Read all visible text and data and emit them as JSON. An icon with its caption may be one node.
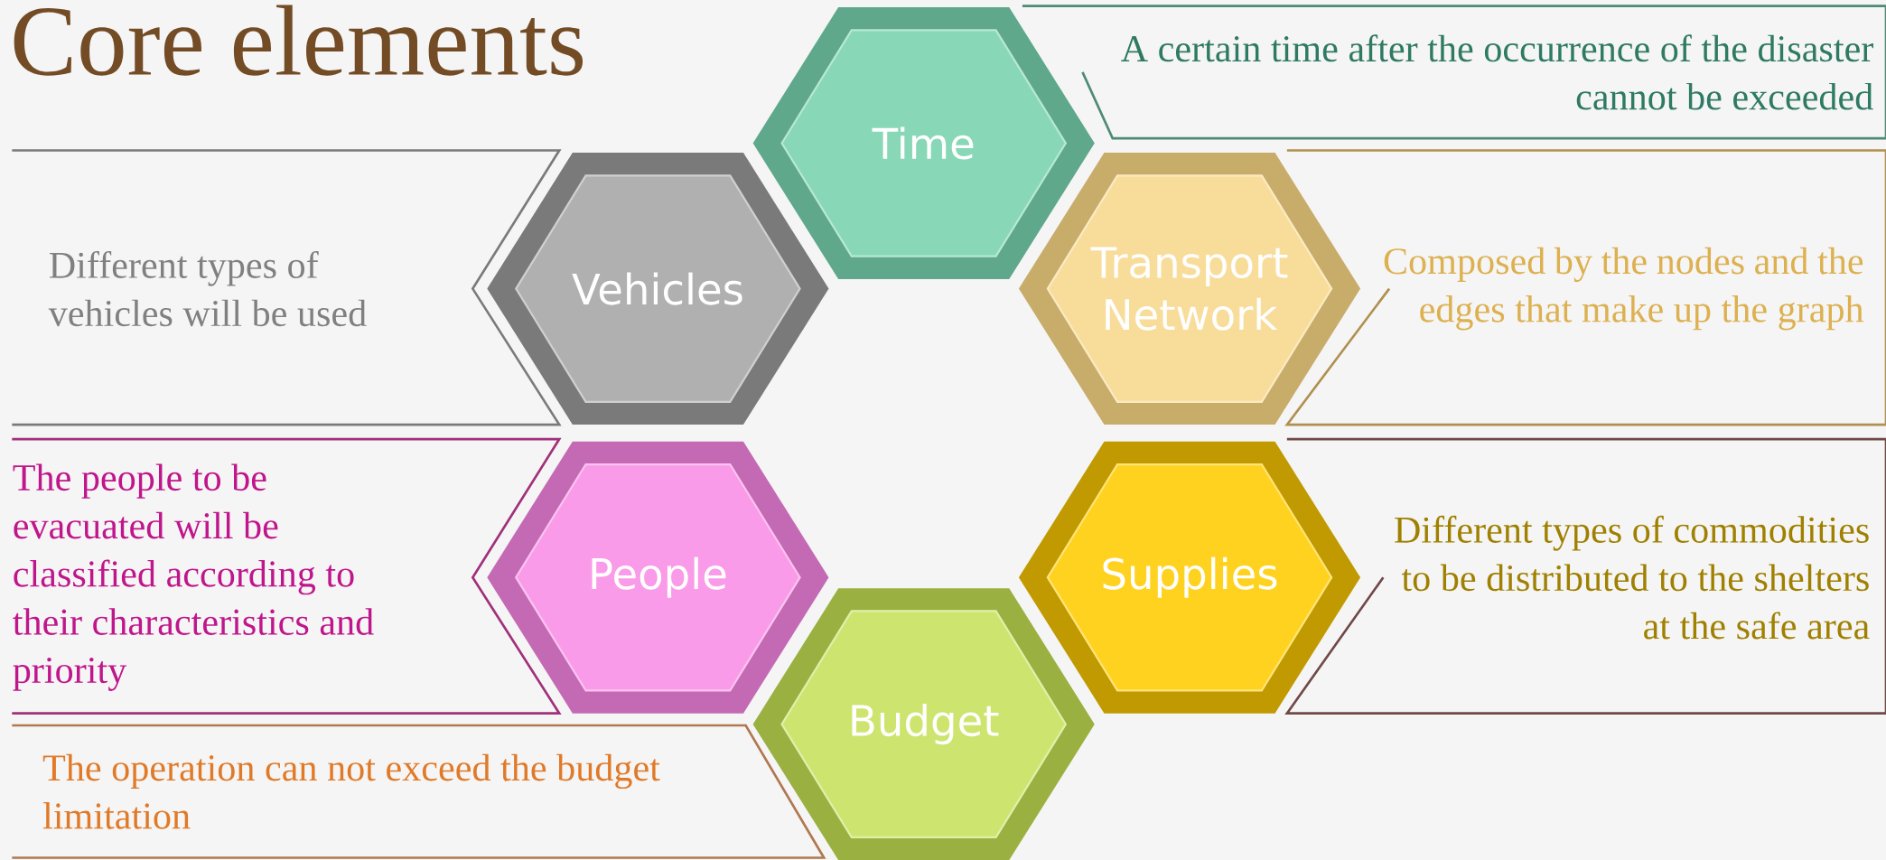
{
  "diagram": {
    "title": "Core elements",
    "nodes": [
      {
        "text": [
          "Time"
        ]
      },
      {
        "text": [
          "A certain time after the occurrence of the disaster cannot be exceeded"
        ]
      },
      {
        "text": [
          "Different types of vehicles will be used"
        ]
      },
      {
        "text": [
          "Vehicles"
        ]
      },
      {
        "text": [
          "Transport Network"
        ]
      },
      {
        "text": [
          "Composed by the nodes and the edges that make up the graph"
        ]
      },
      {
        "text": [
          "The people to be evacuated will be classified according to their characteristics and priority"
        ]
      },
      {
        "text": [
          "People"
        ]
      },
      {
        "text": [
          "Supplies"
        ]
      },
      {
        "text": [
          "Different types of commodities to be distributed to the shelters at the safe area"
        ]
      },
      {
        "text": [
          "Budget"
        ]
      },
      {
        "text": [
          "The operation can not exceed the budget limitation"
        ]
      }
    ]
  }
}
